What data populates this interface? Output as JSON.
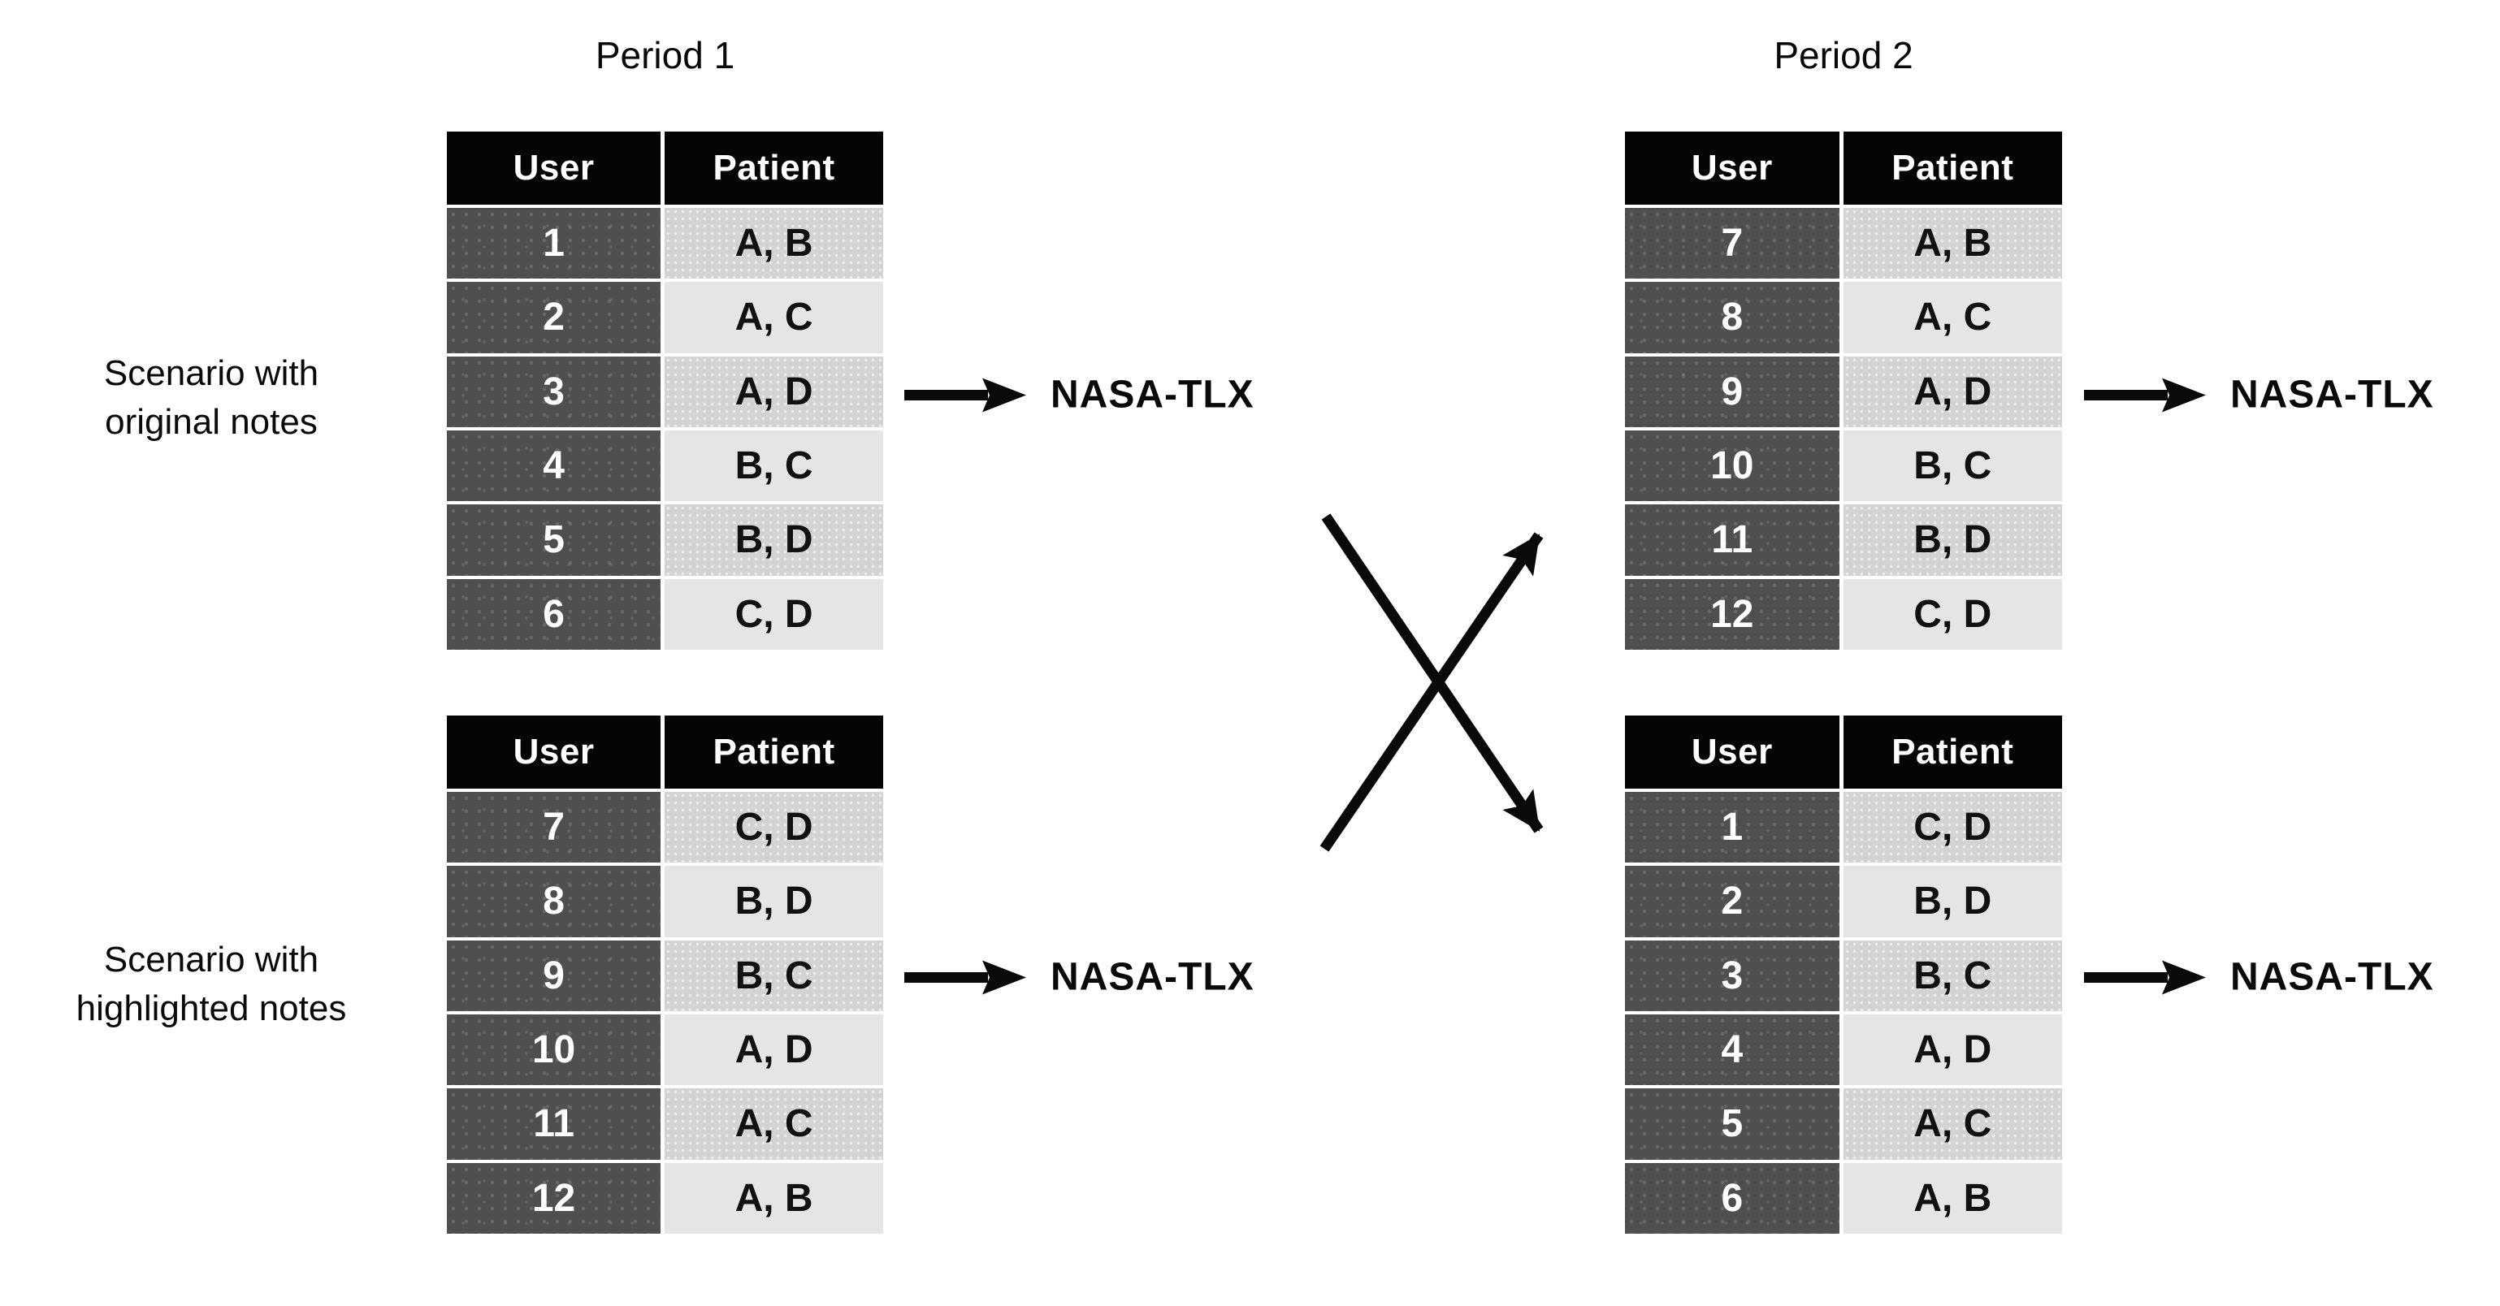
{
  "titles": {
    "period1": "Period 1",
    "period2": "Period 2"
  },
  "scenario_labels": {
    "original": [
      "Scenario with",
      "original notes"
    ],
    "highlighted": [
      "Scenario with",
      "highlighted notes"
    ]
  },
  "table_headers": {
    "user": "User",
    "patient": "Patient"
  },
  "outcome": {
    "label": "NASA-TLX"
  },
  "tables": {
    "p1_original": {
      "rows": [
        {
          "user": "1",
          "patient": "A, B"
        },
        {
          "user": "2",
          "patient": "A, C"
        },
        {
          "user": "3",
          "patient": "A, D"
        },
        {
          "user": "4",
          "patient": "B, C"
        },
        {
          "user": "5",
          "patient": "B, D"
        },
        {
          "user": "6",
          "patient": "C, D"
        }
      ]
    },
    "p2_original": {
      "rows": [
        {
          "user": "7",
          "patient": "A, B"
        },
        {
          "user": "8",
          "patient": "A, C"
        },
        {
          "user": "9",
          "patient": "A, D"
        },
        {
          "user": "10",
          "patient": "B, C"
        },
        {
          "user": "11",
          "patient": "B, D"
        },
        {
          "user": "12",
          "patient": "C, D"
        }
      ]
    },
    "p1_highlighted": {
      "rows": [
        {
          "user": "7",
          "patient": "C, D"
        },
        {
          "user": "8",
          "patient": "B, D"
        },
        {
          "user": "9",
          "patient": "B, C"
        },
        {
          "user": "10",
          "patient": "A, D"
        },
        {
          "user": "11",
          "patient": "A, C"
        },
        {
          "user": "12",
          "patient": "A, B"
        }
      ]
    },
    "p2_highlighted": {
      "rows": [
        {
          "user": "1",
          "patient": "C, D"
        },
        {
          "user": "2",
          "patient": "B, D"
        },
        {
          "user": "3",
          "patient": "B, C"
        },
        {
          "user": "4",
          "patient": "A, D"
        },
        {
          "user": "5",
          "patient": "A, C"
        },
        {
          "user": "6",
          "patient": "A, B"
        }
      ]
    }
  },
  "colors": {
    "background": "#ffffff",
    "header_bg": "#050505",
    "header_text": "#ffffff",
    "user_cell_bg": "#4f4f4f",
    "user_cell_text": "#ffffff",
    "patient_cell_bg_dark": "#d3d3d3",
    "patient_cell_bg_light": "#e5e5e5",
    "cell_text": "#111111",
    "arrow": "#0a0a0a"
  }
}
